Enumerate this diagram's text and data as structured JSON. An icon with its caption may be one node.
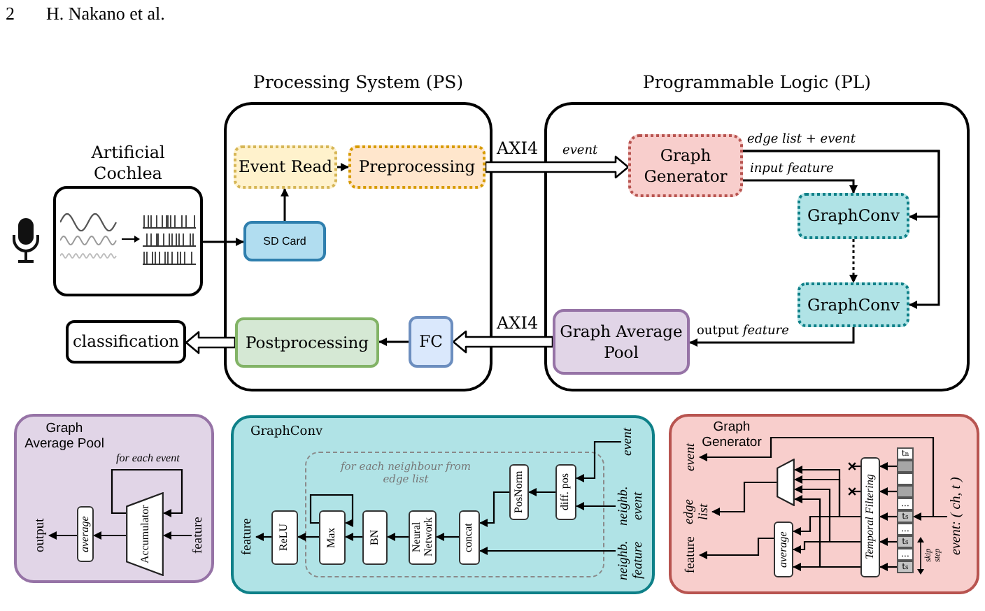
{
  "diagram": {
    "nodes": [
      {
        "text": [
          "Processing System (PS)"
        ]
      },
      {
        "text": [
          "Programmable Logic (PL)"
        ]
      },
      {
        "text": [
          "Artificial Cochlea"
        ]
      },
      {
        "text": [
          "Event Read"
        ],
        "in": 0
      },
      {
        "text": [
          "Preprocessing"
        ],
        "in": 0
      },
      {
        "text": [
          "Graph Generator"
        ],
        "in": 1
      },
      {
        "text": [
          "GraphConv"
        ],
        "in": 1
      },
      {
        "text": [
          "SD Card"
        ],
        "in": 0
      },
      {
        "text": [
          "GraphConv"
        ],
        "in": 1
      },
      {
        "text": [
          "classification"
        ]
      },
      {
        "text": [
          "Postprocessing"
        ],
        "in": 0
      },
      {
        "text": [
          "FC"
        ],
        "in": 0
      },
      {
        "text": [
          "Graph Average Pool"
        ],
        "in": 1
      },
      {
        "text": [
          "Graph Average Pool"
        ]
      },
      {
        "text": [
          "output"
        ],
        "in": 13
      },
      {
        "text": [
          "average"
        ],
        "in": 13
      },
      {
        "text": [
          "Accumulator"
        ],
        "in": 13
      },
      {
        "text": [
          "feature"
        ],
        "in": 13
      },
      {
        "text": [
          "GraphConv"
        ]
      },
      {
        "text": [
          "feature"
        ],
        "in": 18
      },
      {
        "text": [
          "ReLU"
        ],
        "in": 18
      },
      {
        "text": [
          "for each neighbour from edge list"
        ],
        "in": 18
      },
      {
        "text": [
          "Max"
        ],
        "in": 21
      },
      {
        "text": [
          "BN"
        ],
        "in": 21
      },
      {
        "text": [
          "Neural Network"
        ],
        "in": 21
      },
      {
        "text": [
          "concat"
        ],
        "in": 21
      },
      {
        "text": [
          "PosNorm"
        ],
        "in": 21
      },
      {
        "text": [
          "diff. pos"
        ],
        "in": 21
      },
      {
        "text": [
          "event"
        ],
        "in": 18
      },
      {
        "text": [
          "neighb. event"
        ],
        "in": 18
      },
      {
        "text": [
          "neighb. feature"
        ],
        "in": 18
      },
      {
        "text": [
          "Graph Generator"
        ]
      },
      {
        "text": [
          "event"
        ],
        "in": 31
      },
      {
        "text": [
          "edge list"
        ],
        "in": 31
      },
      {
        "text": [
          "feature"
        ],
        "in": 31
      },
      {
        "text": [],
        "shape": "trapezoid",
        "in": 31
      },
      {
        "text": [
          "average"
        ],
        "in": 31
      },
      {
        "text": [
          "Temporal Filtering"
        ],
        "in": 31
      },
      {
        "text": [
          "t$_{n}$"
        ],
        "in": 31
      },
      {
        "text": [],
        "shape": "box",
        "in": 31
      },
      {
        "text": [],
        "shape": "box",
        "in": 31
      },
      {
        "text": [],
        "shape": "box",
        "in": 31
      },
      {
        "text": [
          "..."
        ],
        "in": 31
      },
      {
        "text": [
          "t$_{s}$"
        ],
        "in": 31
      },
      {
        "text": [
          "..."
        ],
        "in": 31
      },
      {
        "text": [
          "t$_{s}$"
        ],
        "in": 31
      },
      {
        "text": [
          "..."
        ],
        "in": 31
      },
      {
        "text": [
          "t$_{s}$"
        ],
        "in": 31
      },
      {
        "text": [
          "event: ( ch, t )"
        ],
        "in": 31
      }
    ],
    "edges": [
      {
        "from": 2,
        "to": 7,
        "arrow": "to"
      },
      {
        "from": 7,
        "to": 3,
        "arrow": "to"
      },
      {
        "from": 3,
        "to": 4,
        "arrow": "to"
      },
      {
        "from": 4,
        "to": 5,
        "arrow": "to",
        "label": "event",
        "style": "thick"
      },
      {
        "from": 5,
        "to": 6,
        "arrow": "to",
        "label": "input feature"
      },
      {
        "from": 5,
        "to": 6,
        "arrow": "to",
        "label": "edge list + event"
      },
      {
        "from": 5,
        "to": 8,
        "arrow": "to"
      },
      {
        "from": 6,
        "to": 8,
        "arrow": "to",
        "style": "dashed"
      },
      {
        "from": 8,
        "to": 12,
        "arrow": "to",
        "label": "output *feature*"
      },
      {
        "from": 12,
        "to": 11,
        "arrow": "to",
        "style": "thick"
      },
      {
        "from": 11,
        "to": 10,
        "arrow": "to"
      },
      {
        "from": 10,
        "to": 9,
        "arrow": "to",
        "style": "thick"
      },
      {
        "from": 17,
        "to": 16,
        "arrow": "to"
      },
      {
        "from": 16,
        "to": 16,
        "arrow": "to",
        "label": "for each event"
      },
      {
        "from": 16,
        "to": 15,
        "arrow": "to"
      },
      {
        "from": 15,
        "to": 14,
        "arrow": "to"
      },
      {
        "from": 28,
        "to": 27,
        "arrow": "to"
      },
      {
        "from": 29,
        "to": 27,
        "arrow": "to"
      },
      {
        "from": 27,
        "to": 26,
        "arrow": "to"
      },
      {
        "from": 26,
        "to": 25,
        "arrow": "to"
      },
      {
        "from": 30,
        "to": 25,
        "arrow": "to"
      },
      {
        "from": 25,
        "to": 24,
        "arrow": "to"
      },
      {
        "from": 24,
        "to": 23,
        "arrow": "to"
      },
      {
        "from": 23,
        "to": 22,
        "arrow": "to"
      },
      {
        "from": 22,
        "to": 22,
        "arrow": "to"
      },
      {
        "from": 22,
        "to": 20,
        "arrow": "to"
      },
      {
        "from": 20,
        "to": 19,
        "arrow": "to"
      },
      {
        "from": 48,
        "to": 32,
        "arrow": "to"
      },
      {
        "from": 48,
        "to": 43,
        "arrow": "to"
      },
      {
        "from": 39,
        "to": 37,
        "arrow": "to"
      },
      {
        "from": 41,
        "to": 37,
        "arrow": "to"
      },
      {
        "from": 43,
        "to": 37,
        "arrow": "to"
      },
      {
        "from": 45,
        "to": 37,
        "arrow": "to"
      },
      {
        "from": 47,
        "to": 37,
        "arrow": "to"
      },
      {
        "from": 37,
        "to": null,
        "arrow": "other"
      },
      {
        "from": 37,
        "to": null,
        "arrow": "other"
      },
      {
        "from": 37,
        "to": 35,
        "arrow": "to"
      },
      {
        "from": 37,
        "to": 35,
        "arrow": "to"
      },
      {
        "from": 37,
        "to": 35,
        "arrow": "to"
      },
      {
        "from": 37,
        "to": 35,
        "arrow": "to"
      },
      {
        "from": 37,
        "to": 36,
        "arrow": "to"
      },
      {
        "from": 37,
        "to": 36,
        "arrow": "to"
      },
      {
        "from": 37,
        "to": 36,
        "arrow": "to"
      },
      {
        "from": 35,
        "to": 33,
        "arrow": "to"
      },
      {
        "from": 36,
        "to": 34,
        "arrow": "to"
      }
    ],
    "labels": [
      "2",
      "H. Nakano et al.",
      "AXI4",
      "AXI4",
      "skip step"
    ]
  }
}
